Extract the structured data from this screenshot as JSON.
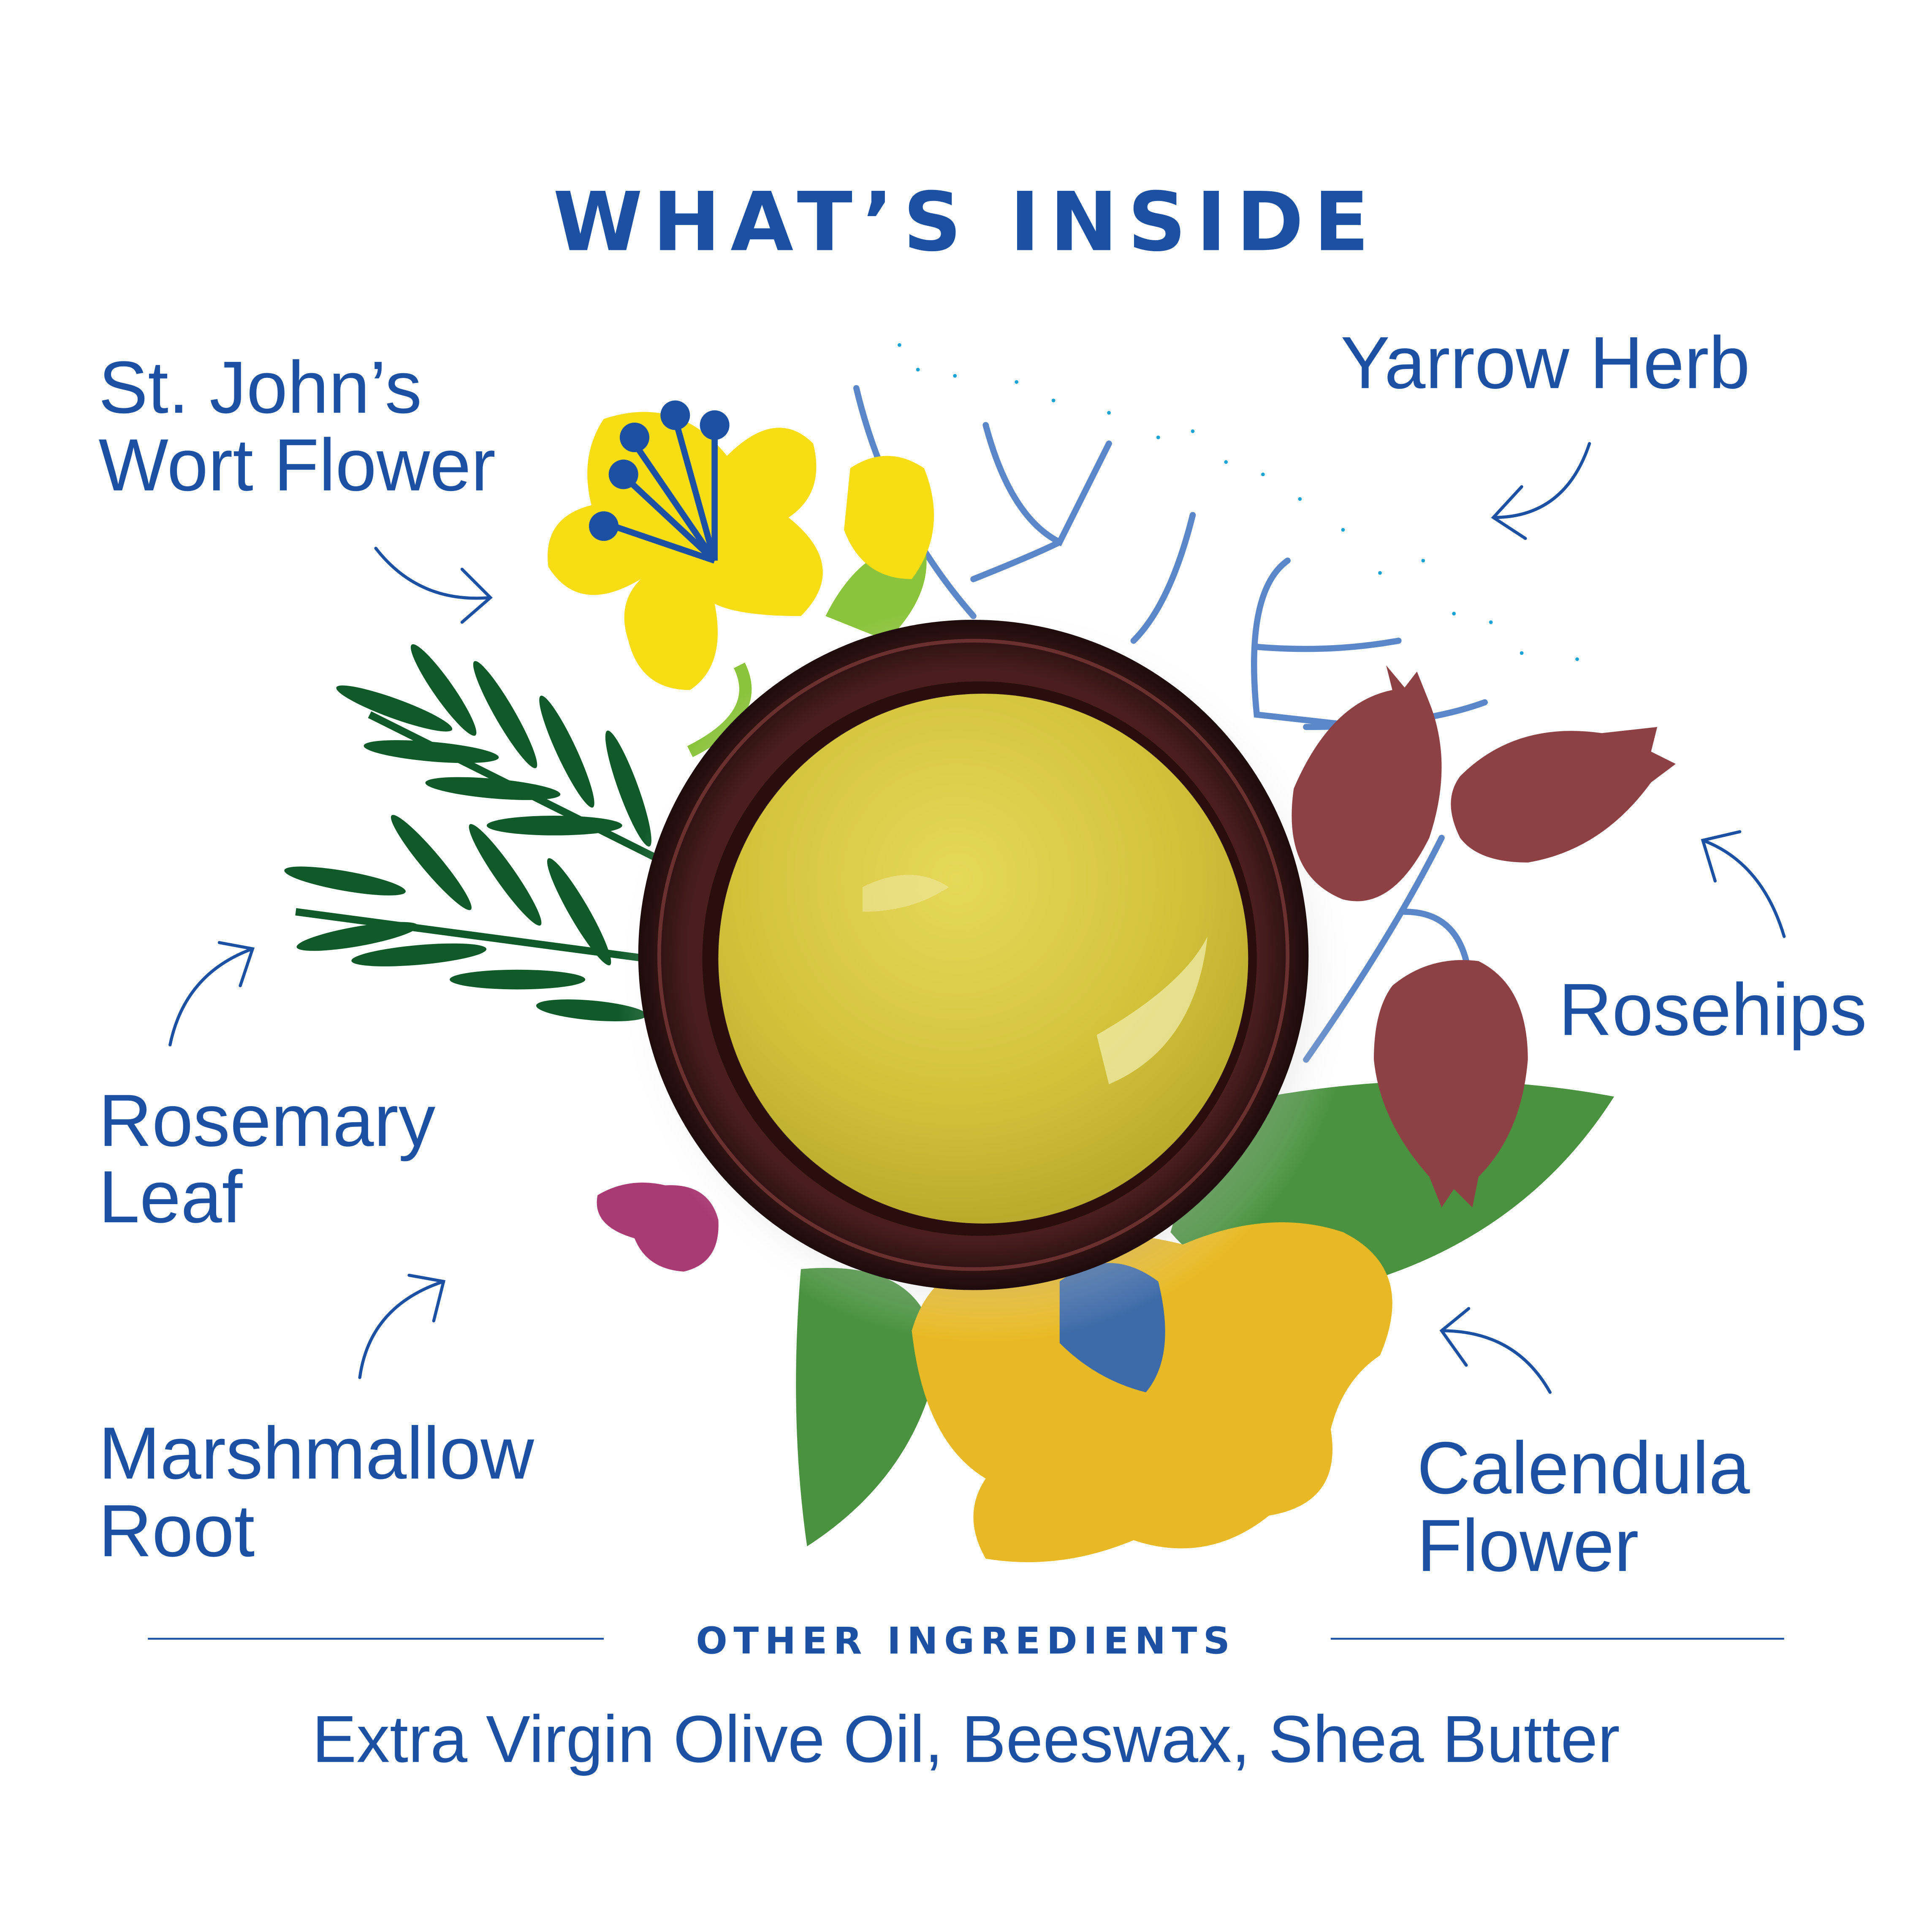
{
  "title": "WHAT’S INSIDE",
  "ingredients": {
    "st_johns": {
      "line1": "St. John’s",
      "line2": "Wort Flower"
    },
    "yarrow": {
      "line1": "Yarrow Herb"
    },
    "rosemary": {
      "line1": "Rosemary",
      "line2": "Leaf"
    },
    "rosehips": {
      "line1": "Rosehips"
    },
    "marshmallow": {
      "line1": "Marshmallow",
      "line2": "Root"
    },
    "calendula": {
      "line1": "Calendula",
      "line2": "Flower"
    }
  },
  "other": {
    "heading": "OTHER INGREDIENTS",
    "list": "Extra Virgin Olive Oil, Beeswax, Shea Butter"
  },
  "colors": {
    "text": "#1c50a3",
    "balm": "#d4c43c",
    "jar": "#3a1616"
  }
}
